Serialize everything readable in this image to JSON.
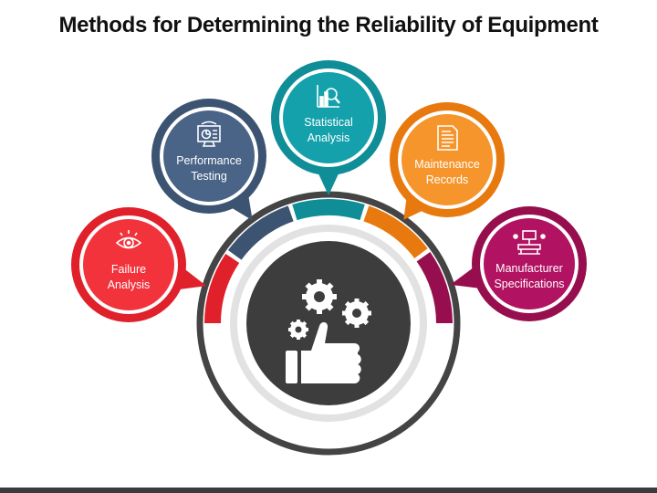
{
  "title": "Methods for Determining the Reliability of Equipment",
  "methods": [
    {
      "key": "failure",
      "line1": "Failure",
      "line2": "Analysis",
      "icon": "eye-target-icon",
      "color": "#e0202a",
      "light": "#f2333c"
    },
    {
      "key": "performance",
      "line1": "Performance",
      "line2": "Testing",
      "icon": "monitor-pie-icon",
      "color": "#3c5472",
      "light": "#4a6487"
    },
    {
      "key": "statistical",
      "line1": "Statistical",
      "line2": "Analysis",
      "icon": "magnifier-chart-icon",
      "color": "#0f8e98",
      "light": "#14a1ab"
    },
    {
      "key": "maintenance",
      "line1": "Maintenance",
      "line2": "Records",
      "icon": "document-icon",
      "color": "#e8790e",
      "light": "#f6952c"
    },
    {
      "key": "manufacturer",
      "line1": "Manufacturer",
      "line2": "Specifications",
      "icon": "machine-icon",
      "color": "#970e4e",
      "light": "#b21262"
    }
  ],
  "center_icon": "gears-thumbs-up-icon"
}
